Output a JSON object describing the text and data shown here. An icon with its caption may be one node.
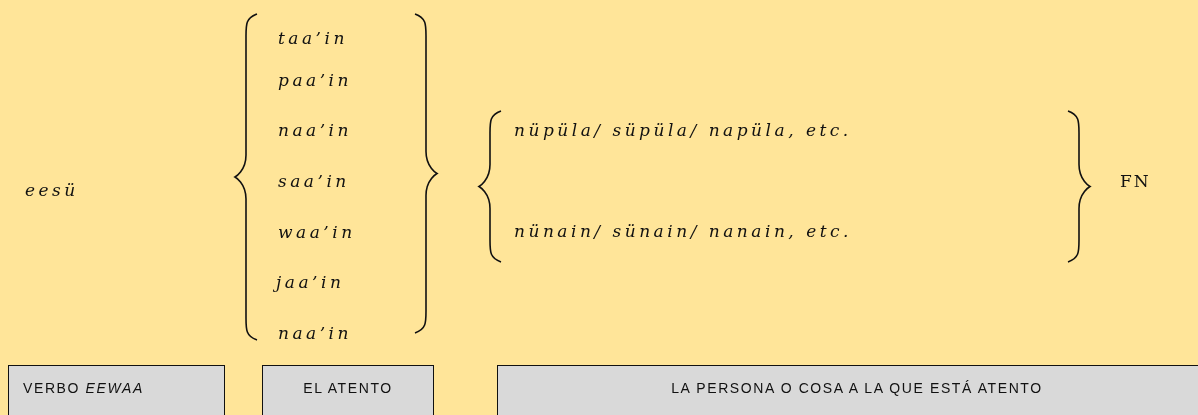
{
  "diagram": {
    "nodes": [
      {
        "text": [
          "VERBO *EEWAA*"
        ]
      },
      {
        "text": [
          "EL ATENTO"
        ]
      },
      {
        "text": [
          "LA PERSONA O COSA A LA QUE ESTÁ ATENTO"
        ]
      }
    ],
    "labels": [
      "eesü",
      "taa’in",
      "paa’in",
      "naa’in",
      "saa’in",
      "waa’in",
      "jaa’in",
      "naa’in",
      "nüpüla/ süpüla/ napüla, etc.",
      "nünain/ sünain/ nanain, etc.",
      "FN"
    ]
  }
}
